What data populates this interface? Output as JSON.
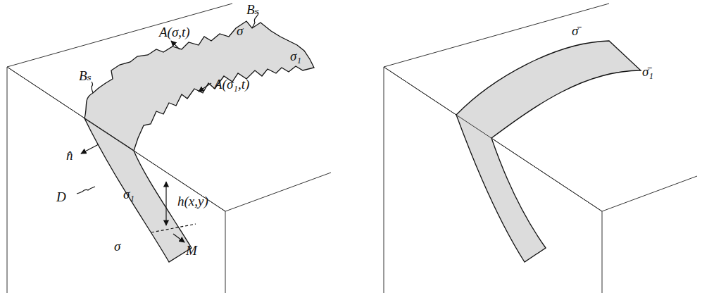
{
  "diagram": {
    "labels": [
      "A(σ,t)",
      "σ",
      "Bₛ",
      "Bₛ",
      "A(σ₁,t)",
      "σ₁",
      "n̂",
      "D",
      "σ₁",
      "h(x,y)",
      "σ",
      "M",
      "σ̄",
      "σ̄₁"
    ]
  }
}
